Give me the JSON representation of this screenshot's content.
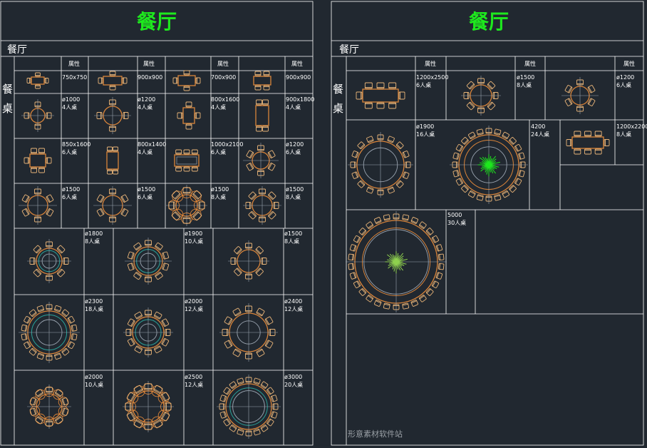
{
  "colors": {
    "background": "#212830",
    "grid": "#ffffff",
    "furniture": "#d9843a",
    "chair": "#e8b478",
    "center": "#9aa4b0",
    "accent": "#1ee81e",
    "teal": "#2aa198"
  },
  "left": {
    "title": "餐厅",
    "section": "餐厅",
    "side_label": [
      "餐",
      "桌"
    ],
    "headers": [
      "属性",
      "属性",
      "属性",
      "属性"
    ],
    "rows": [
      [
        "750x750",
        "900x900",
        "700x900",
        "900x900"
      ],
      [
        [
          "ø1000",
          "4人桌"
        ],
        [
          "ø1200",
          "4人桌"
        ],
        [
          "800x1600",
          "4人桌"
        ],
        [
          "900x1800",
          "4人桌"
        ]
      ],
      [
        [
          "850x1600",
          "6人桌"
        ],
        [
          "800x1400",
          "4人桌"
        ],
        [
          "1000x2100",
          "6人桌"
        ],
        [
          "ø1200",
          "6人桌"
        ]
      ],
      [
        [
          "ø1500",
          "6人桌"
        ],
        [
          "ø1500",
          "6人桌"
        ],
        [
          "ø1500",
          "8人桌"
        ],
        [
          "ø1500",
          "8人桌"
        ]
      ],
      [
        [
          "ø1800",
          "8人桌"
        ],
        [
          "ø1900",
          "10人桌"
        ],
        [
          "ø1500",
          "8人桌"
        ]
      ],
      [
        [
          "ø2300",
          "18人桌"
        ],
        [
          "ø2000",
          "12人桌"
        ],
        [
          "ø2400",
          "12人桌"
        ]
      ],
      [
        [
          "ø2000",
          "10人桌"
        ],
        [
          "ø2500",
          "12人桌"
        ],
        [
          "ø3000",
          "20人桌"
        ]
      ]
    ]
  },
  "right": {
    "title": "餐厅",
    "section": "餐厅",
    "side_label": [
      "餐",
      "桌"
    ],
    "headers": [
      "属性",
      "属性",
      "属性"
    ],
    "row1": [
      [
        "1200x2500",
        "6人桌"
      ],
      [
        "ø1500",
        "8人桌"
      ],
      [
        "ø1200",
        "6人桌"
      ]
    ],
    "row2": [
      [
        "ø1900",
        "16人桌"
      ],
      [
        "4200",
        "24人桌"
      ],
      [
        "1200x2200",
        "8人桌"
      ]
    ],
    "row3": [
      [
        "5000",
        "30人桌"
      ]
    ],
    "watermark": "形意素材软件站"
  }
}
